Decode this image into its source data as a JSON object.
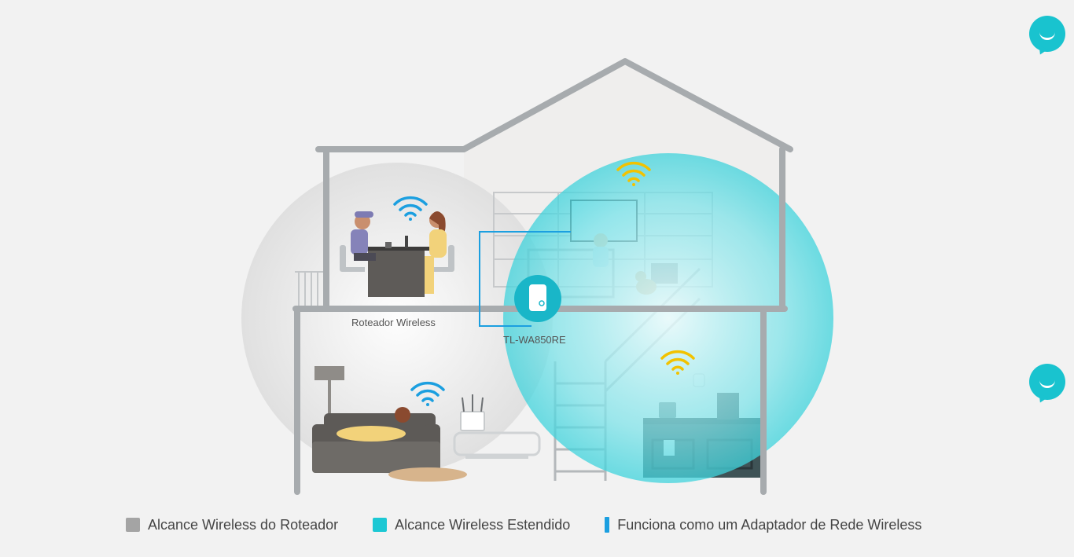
{
  "labels": {
    "router": "Roteador Wireless",
    "extender": "TL-WA850RE"
  },
  "legend": [
    {
      "label": "Alcance Wireless do Roteador",
      "color": "#a4a4a4"
    },
    {
      "label": "Alcance Wireless Estendido",
      "color": "#1cc8d4"
    },
    {
      "label": "Funciona como um Adaptador de Rede Wireless",
      "color": "#1b9fe0"
    }
  ],
  "colors": {
    "house_outline": "#a7abae",
    "router_range": "#dcdcdc",
    "extended_range": "#3dd3dc",
    "wifi_router": "#1b9fe0",
    "wifi_extended": "#f2c200",
    "accent": "#19c3cf"
  },
  "icons": [
    "chat-bubble-icon",
    "wifi-icon",
    "range-extender-icon",
    "router-icon"
  ]
}
